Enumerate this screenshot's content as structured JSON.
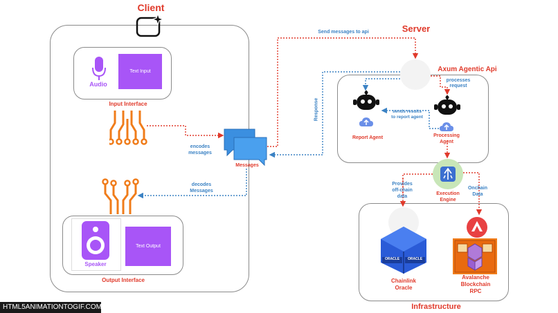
{
  "client": {
    "title": "Client"
  },
  "server": {
    "title": "Server"
  },
  "input_interface": {
    "audio_label": "Audio",
    "text_input_label": "Text Input",
    "title": "Input Interface"
  },
  "output_interface": {
    "speaker_label": "Speaker",
    "text_output_label": "Text Output",
    "title": "Output Interface"
  },
  "messages": {
    "label": "Messages"
  },
  "flows": {
    "encodes": "encodes\nmessages",
    "decodes": "decodes\nMessages",
    "send_to_api": "Send messages to api",
    "response": "Response",
    "processes_request": "processes\nrequest",
    "sends_results": "sends results\nto report agent",
    "provides_offchain": "Provides\noff-chain\ndata",
    "onchain_data": "Onchain\nData"
  },
  "axum": {
    "title": "Axum Agentic Api",
    "report_agent": "Report Agent",
    "processing_agent": "Processing\nAgent"
  },
  "execution_engine": {
    "label": "Execution\nEngine"
  },
  "infrastructure": {
    "title": "Infrastructure",
    "chainlink": "Chainlink\nOracle",
    "oracle_text": "ORACLE",
    "avalanche": "Avalanche\nBlockchain\nRPC"
  },
  "watermark": "HTML5ANIMATIONTOGIF.COM",
  "colors": {
    "red": "#e03a2b",
    "blue": "#3b82c4",
    "purple": "#a855f7",
    "orange": "#f07c1a",
    "engine_green": "#c8e6b8",
    "chainlink_blue": "#2a5bd7",
    "avalanche_red": "#e84142"
  }
}
